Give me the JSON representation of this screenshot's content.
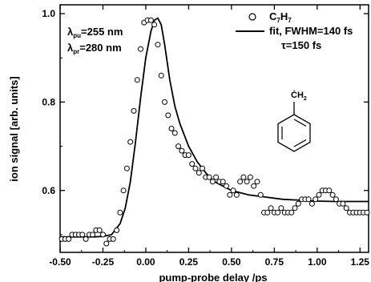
{
  "chart_data": {
    "type": "scatter",
    "xlabel": "pump-probe delay /ps",
    "ylabel": "ion signal [arb. units]",
    "xlim": [
      -0.5,
      1.3
    ],
    "ylim": [
      0.46,
      1.02
    ],
    "xticks": [
      "-0.50",
      "-0.25",
      "0.00",
      "0.25",
      "0.50",
      "0.75",
      "1.00",
      "1.25"
    ],
    "xtick_values": [
      -0.5,
      -0.25,
      0.0,
      0.25,
      0.5,
      0.75,
      1.0,
      1.25
    ],
    "yticks": [
      "0.6",
      "0.8",
      "1.0"
    ],
    "ytick_values": [
      0.6,
      0.8,
      1.0
    ],
    "annotations": {
      "pump_symbol": "λ",
      "pump_sub": "pu",
      "pump_value": "=255 nm",
      "probe_symbol": "λ",
      "probe_sub": "pr",
      "probe_value": "=280 nm"
    },
    "legend": {
      "placement": "top-right",
      "data_label_main": "C",
      "data_label_sub1": "7",
      "data_label_mid": "H",
      "data_label_sub2": "7",
      "fit_label": "fit, FWHM=140 fs",
      "tau_label": "τ=150 fs"
    },
    "molecule_label": "ĊH",
    "molecule_label_sub": "2",
    "series": [
      {
        "kind": "markers",
        "x": [
          -0.49,
          -0.47,
          -0.45,
          -0.43,
          -0.41,
          -0.39,
          -0.37,
          -0.35,
          -0.33,
          -0.31,
          -0.29,
          -0.27,
          -0.25,
          -0.23,
          -0.21,
          -0.19,
          -0.17,
          -0.15,
          -0.13,
          -0.11,
          -0.09,
          -0.07,
          -0.05,
          -0.03,
          -0.01,
          0.01,
          0.03,
          0.05,
          0.07,
          0.09,
          0.11,
          0.13,
          0.15,
          0.17,
          0.19,
          0.21,
          0.23,
          0.25,
          0.27,
          0.29,
          0.31,
          0.33,
          0.35,
          0.37,
          0.39,
          0.41,
          0.43,
          0.45,
          0.47,
          0.49,
          0.51,
          0.53,
          0.55,
          0.57,
          0.59,
          0.61,
          0.63,
          0.65,
          0.67,
          0.69,
          0.71,
          0.73,
          0.75,
          0.77,
          0.79,
          0.81,
          0.83,
          0.85,
          0.87,
          0.89,
          0.91,
          0.93,
          0.95,
          0.97,
          0.99,
          1.01,
          1.03,
          1.05,
          1.07,
          1.09,
          1.11,
          1.13,
          1.15,
          1.17,
          1.19,
          1.21,
          1.23,
          1.25,
          1.27,
          1.29
        ],
        "y": [
          0.49,
          0.49,
          0.49,
          0.5,
          0.5,
          0.5,
          0.5,
          0.49,
          0.5,
          0.5,
          0.51,
          0.51,
          0.5,
          0.48,
          0.49,
          0.49,
          0.51,
          0.55,
          0.6,
          0.65,
          0.71,
          0.78,
          0.85,
          0.92,
          0.98,
          0.985,
          0.985,
          0.975,
          0.93,
          0.86,
          0.8,
          0.77,
          0.74,
          0.73,
          0.7,
          0.69,
          0.68,
          0.68,
          0.66,
          0.65,
          0.64,
          0.65,
          0.63,
          0.63,
          0.62,
          0.63,
          0.62,
          0.62,
          0.61,
          0.59,
          0.6,
          0.59,
          0.62,
          0.63,
          0.62,
          0.63,
          0.61,
          0.62,
          0.59,
          0.55,
          0.55,
          0.56,
          0.55,
          0.55,
          0.56,
          0.55,
          0.55,
          0.55,
          0.56,
          0.57,
          0.58,
          0.58,
          0.58,
          0.57,
          0.58,
          0.59,
          0.6,
          0.6,
          0.6,
          0.59,
          0.58,
          0.57,
          0.57,
          0.56,
          0.55,
          0.55,
          0.55,
          0.55,
          0.55,
          0.55
        ]
      },
      {
        "kind": "fit",
        "x": [
          -0.5,
          -0.4,
          -0.3,
          -0.25,
          -0.2,
          -0.15,
          -0.12,
          -0.09,
          -0.06,
          -0.03,
          0.0,
          0.03,
          0.05,
          0.07,
          0.09,
          0.11,
          0.14,
          0.17,
          0.2,
          0.25,
          0.3,
          0.35,
          0.4,
          0.5,
          0.6,
          0.7,
          0.8,
          0.9,
          1.0,
          1.1,
          1.2,
          1.3
        ],
        "y": [
          0.495,
          0.495,
          0.495,
          0.496,
          0.5,
          0.525,
          0.56,
          0.62,
          0.71,
          0.81,
          0.9,
          0.96,
          0.985,
          0.99,
          0.975,
          0.93,
          0.85,
          0.79,
          0.75,
          0.7,
          0.665,
          0.64,
          0.62,
          0.6,
          0.59,
          0.585,
          0.58,
          0.578,
          0.576,
          0.575,
          0.575,
          0.575
        ]
      }
    ]
  }
}
